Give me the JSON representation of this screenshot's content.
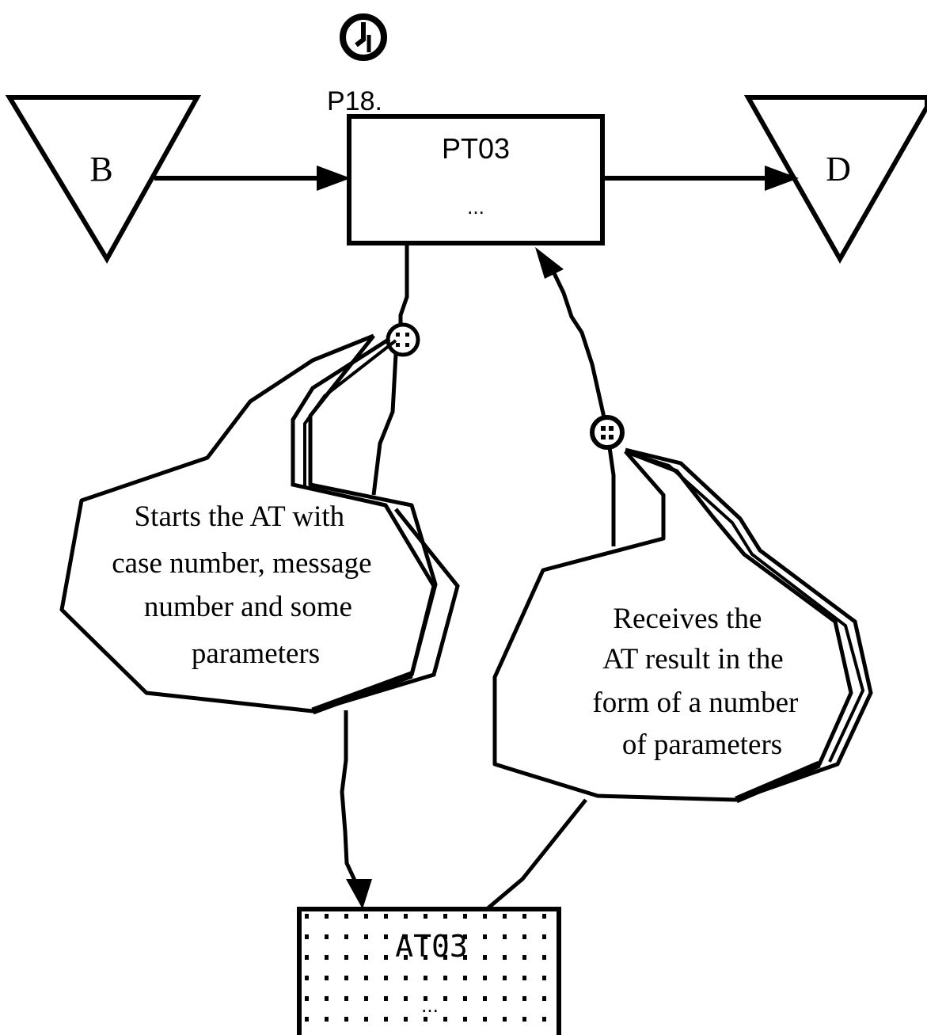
{
  "diagram": {
    "left_node": {
      "label": "B"
    },
    "right_node": {
      "label": "D"
    },
    "process": {
      "id_label": "P18.",
      "title": "PT03",
      "detail": "..."
    },
    "activity": {
      "title": "AT03",
      "detail": "..."
    },
    "callout_start": {
      "lines": [
        "Starts the AT with",
        "case number, message",
        "number and some",
        "parameters"
      ]
    },
    "callout_receive": {
      "lines": [
        "Receives the",
        "AT result in the",
        "form of a number",
        "of parameters"
      ]
    },
    "icons": [
      "clock-icon",
      "connector-icon"
    ]
  }
}
